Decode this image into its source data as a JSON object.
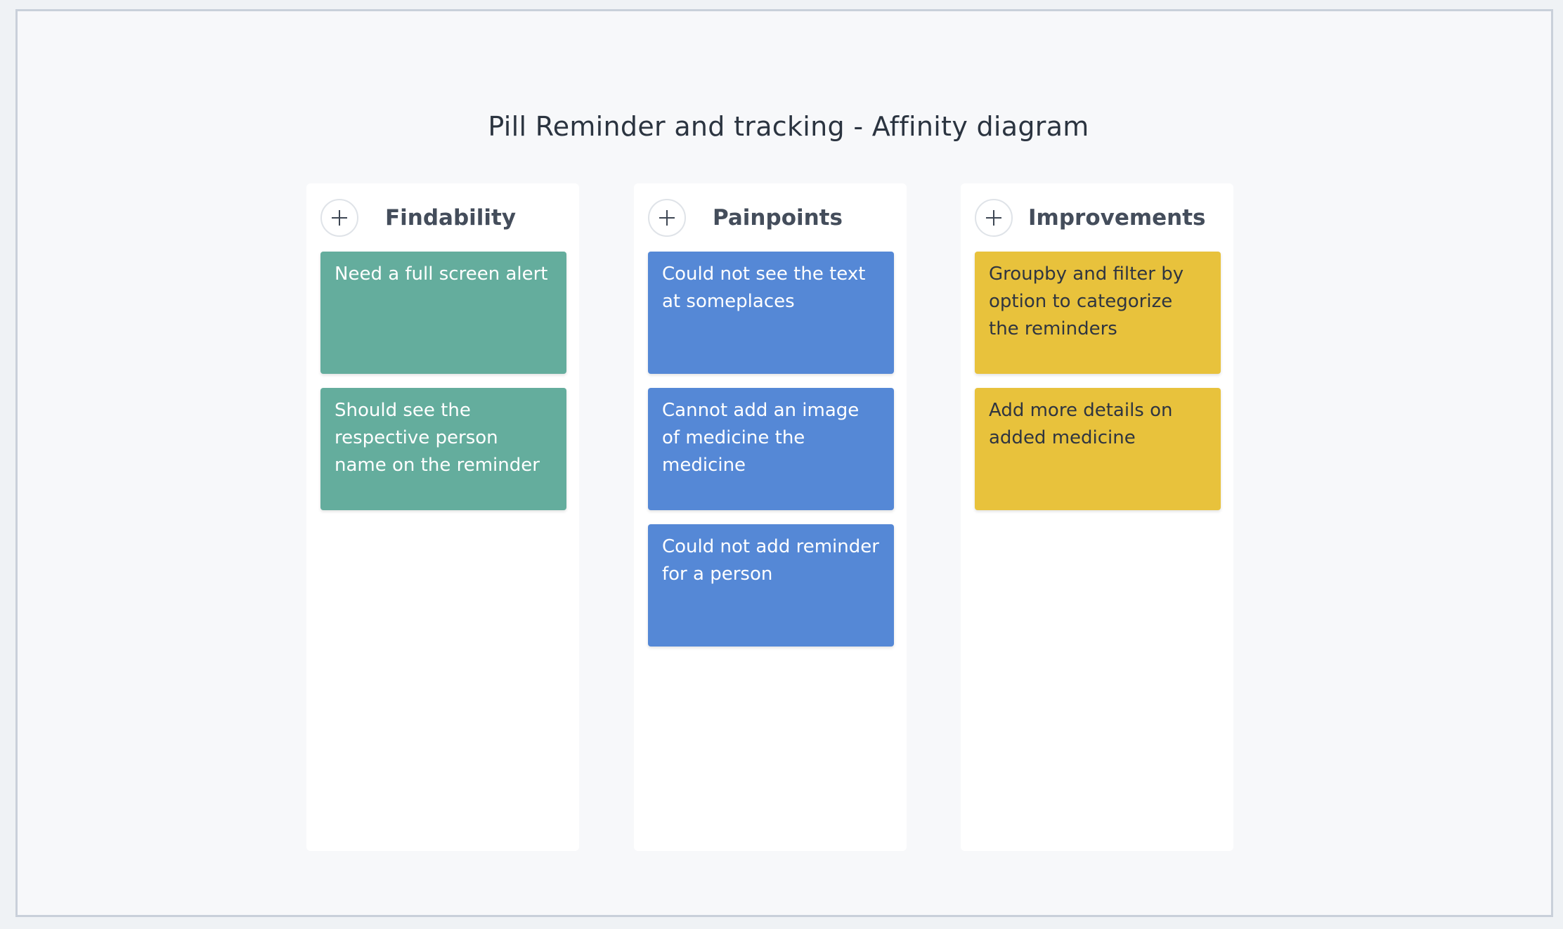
{
  "title": "Pill Reminder and tracking - Affinity diagram",
  "colors": {
    "findability": "#64ad9d",
    "painpoints": "#5588d6",
    "improvements": "#e8c23c"
  },
  "columns": [
    {
      "title": "Findability",
      "add_icon": "plus-icon",
      "cards": [
        "Need a full screen alert",
        "Should see the respective person name on the reminder"
      ]
    },
    {
      "title": "Painpoints",
      "add_icon": "plus-icon",
      "cards": [
        "Could not see the text at someplaces",
        "Cannot add an image of medicine the medicine",
        "Could not add reminder for a person"
      ]
    },
    {
      "title": "Improvements",
      "add_icon": "plus-icon",
      "cards": [
        "Groupby and filter by option to categorize the reminders",
        "Add more details on added medicine"
      ]
    }
  ]
}
